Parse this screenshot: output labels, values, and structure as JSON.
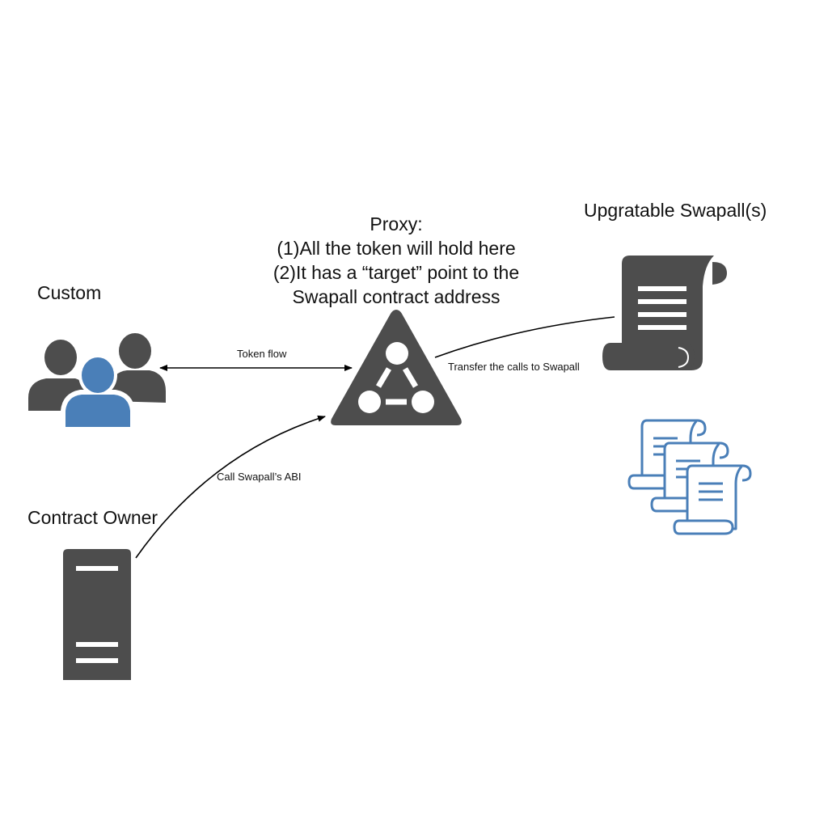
{
  "labels": {
    "custom": "Custom",
    "contract_owner": "Contract Owner",
    "upgratable": "Upgratable Swapall(s)",
    "proxy_title": "Proxy:",
    "proxy_line1": "(1)All the token will hold here",
    "proxy_line2": "(2)It has a “target” point to the",
    "proxy_line3": "Swapall contract address"
  },
  "edges": {
    "token_flow": "Token flow",
    "transfer_calls": "Transfer the calls to Swapall",
    "call_abi": "Call Swapall’s ABI"
  },
  "icons": {
    "users": "users-group-icon",
    "server": "server-icon",
    "proxy": "network-triangle-icon",
    "contract": "scroll-document-icon",
    "contracts_stack": "scroll-stack-icon"
  },
  "colors": {
    "icon_dark": "#4d4d4d",
    "accent_blue": "#4a7fb8",
    "arrow": "#000000"
  }
}
